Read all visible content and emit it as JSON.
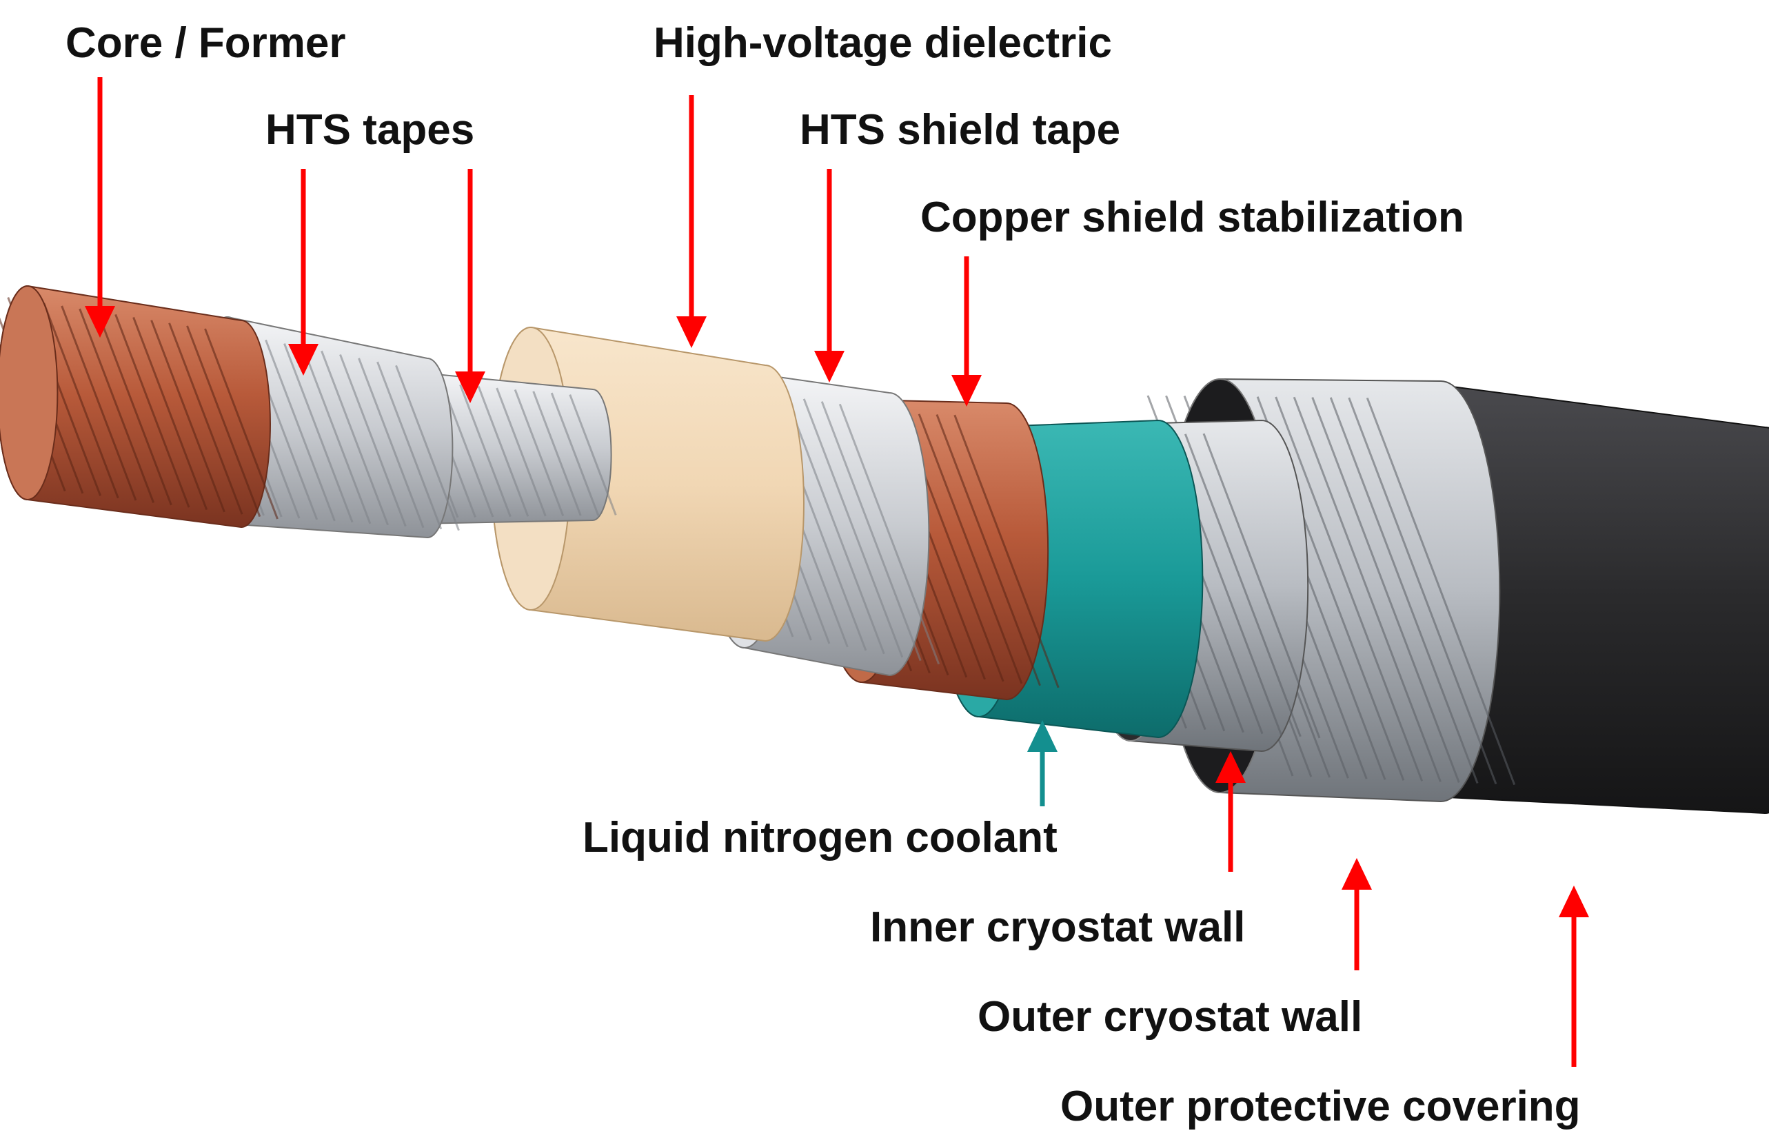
{
  "labels": {
    "core": "Core / Former",
    "hts_tapes": "HTS tapes",
    "dielectric": "High-voltage dielectric",
    "shield_tape": "HTS shield tape",
    "copper_shield": "Copper shield stabilization",
    "ln2": "Liquid nitrogen coolant",
    "inner_wall": "Inner cryostat wall",
    "outer_wall": "Outer cryostat wall",
    "covering": "Outer protective covering"
  },
  "colors": {
    "arrow": "#ff0000",
    "coolant_arrow": "#138f8f",
    "copper": "#b85a3a",
    "tape_silver": "#c9ccd1",
    "dielectric": "#f1d7b4",
    "coolant": "#1a9a98",
    "corrugated": "#b8bcc2",
    "jacket": "#2a2a2c"
  }
}
